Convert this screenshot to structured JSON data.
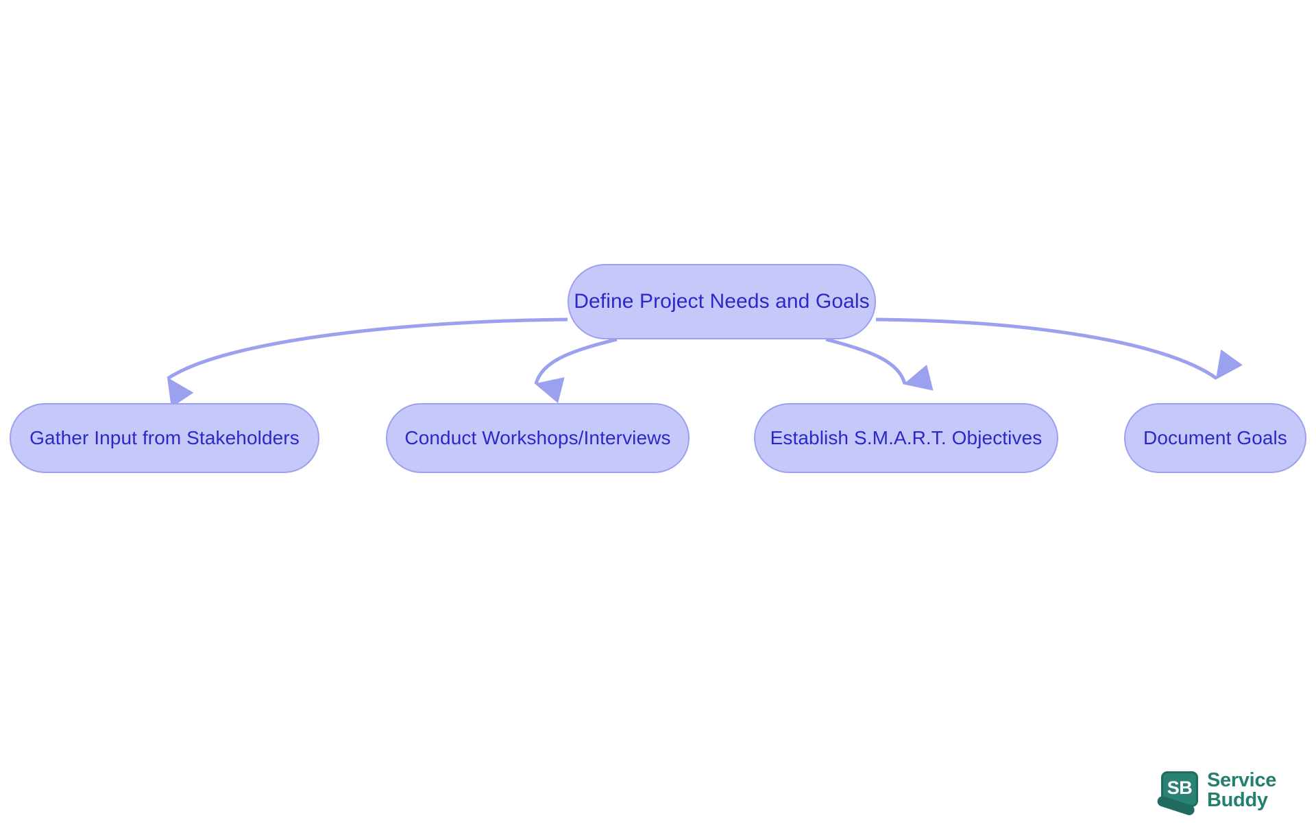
{
  "diagram": {
    "type": "flowchart",
    "orientation": "top-down",
    "title": "Define Project Needs and Goals",
    "colors": {
      "node_fill": "#c7c8fa",
      "node_border": "#9ba0ef",
      "node_text": "#2b28c8",
      "edge": "#9ba0ef",
      "background": "#ffffff",
      "logo_teal": "#2a8275",
      "logo_teal_dark": "#1f6b60",
      "logo_text": "#23806f"
    },
    "root": {
      "id": "root",
      "label": "Define Project Needs and Goals"
    },
    "children": [
      {
        "id": "c0",
        "label": "Gather Input from Stakeholders"
      },
      {
        "id": "c1",
        "label": "Conduct Workshops/Interviews"
      },
      {
        "id": "c2",
        "label": "Establish S.M.A.R.T. Objectives"
      },
      {
        "id": "c3",
        "label": "Document Goals"
      }
    ],
    "edges": [
      {
        "from": "Define Project Needs and Goals",
        "to": "Gather Input from Stakeholders"
      },
      {
        "from": "Define Project Needs and Goals",
        "to": "Conduct Workshops/Interviews"
      },
      {
        "from": "Define Project Needs and Goals",
        "to": "Establish S.M.A.R.T. Objectives"
      },
      {
        "from": "Define Project Needs and Goals",
        "to": "Document Goals"
      }
    ]
  },
  "logo": {
    "initials": "SB",
    "line1": "Service",
    "line2": "Buddy"
  }
}
